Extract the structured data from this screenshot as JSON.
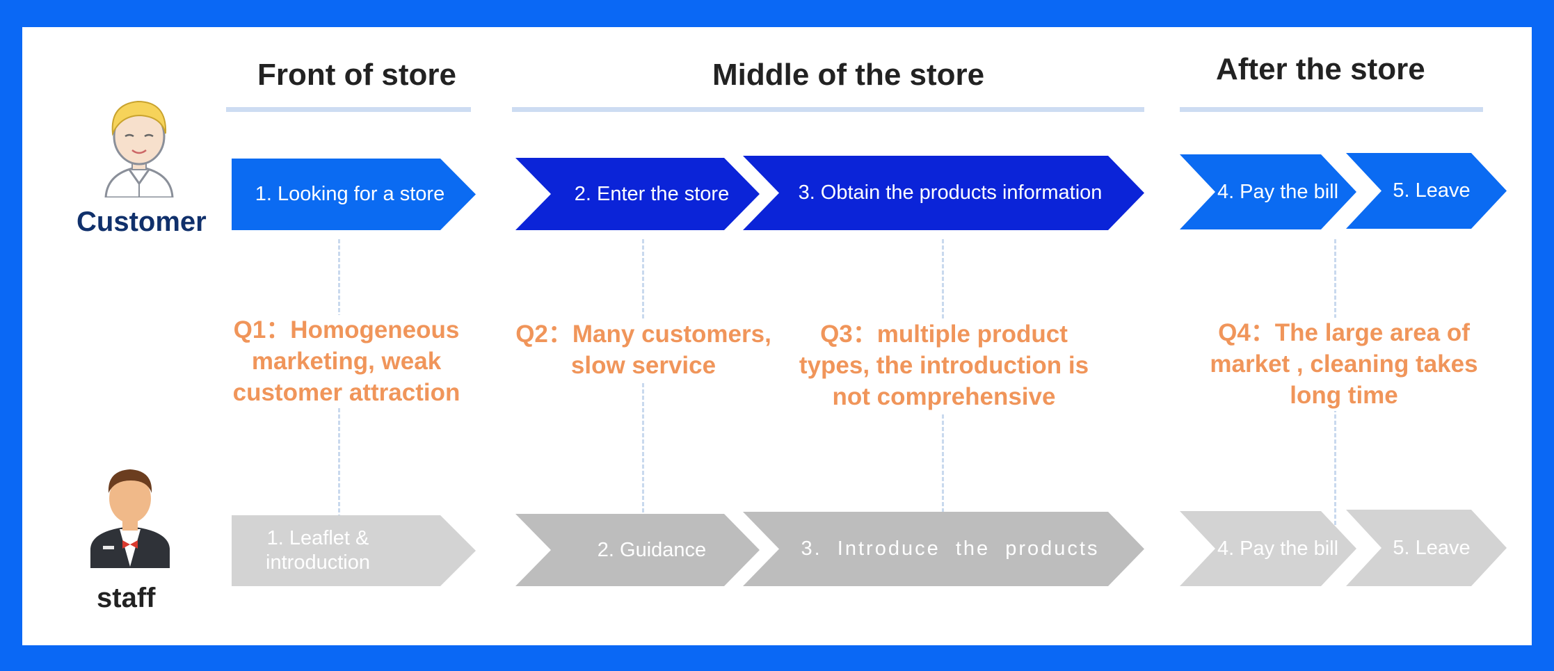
{
  "phases": {
    "front": "Front of store",
    "middle": "Middle of the store",
    "after": "After the store"
  },
  "roles": {
    "customer": "Customer",
    "staff": "staff"
  },
  "customer_steps": [
    "1. Looking for a store",
    "2. Enter the store",
    "3. Obtain the products information",
    "4. Pay the bill",
    "5. Leave"
  ],
  "staff_steps": [
    "1. Leaflet & introduction",
    "2. Guidance",
    "3.  Introduce  the  products",
    "4. Pay the bill",
    "5. Leave"
  ],
  "questions": [
    "Q1：Homogeneous\nmarketing, weak\ncustomer attraction",
    "Q2：Many customers,\nslow service",
    "Q3：multiple product\ntypes, the introduction is\nnot comprehensive",
    "Q4：The large area of\nmarket , cleaning  takes\nlong time"
  ],
  "colors": {
    "frame": "#0a68f5",
    "step_bright": "#0b6bf2",
    "step_dark": "#0b24d8",
    "staff_dark": "#bdbdbd",
    "staff_light": "#d3d3d3",
    "question": "#f0955a",
    "customer_label": "#10306b",
    "staff_label": "#222222"
  }
}
